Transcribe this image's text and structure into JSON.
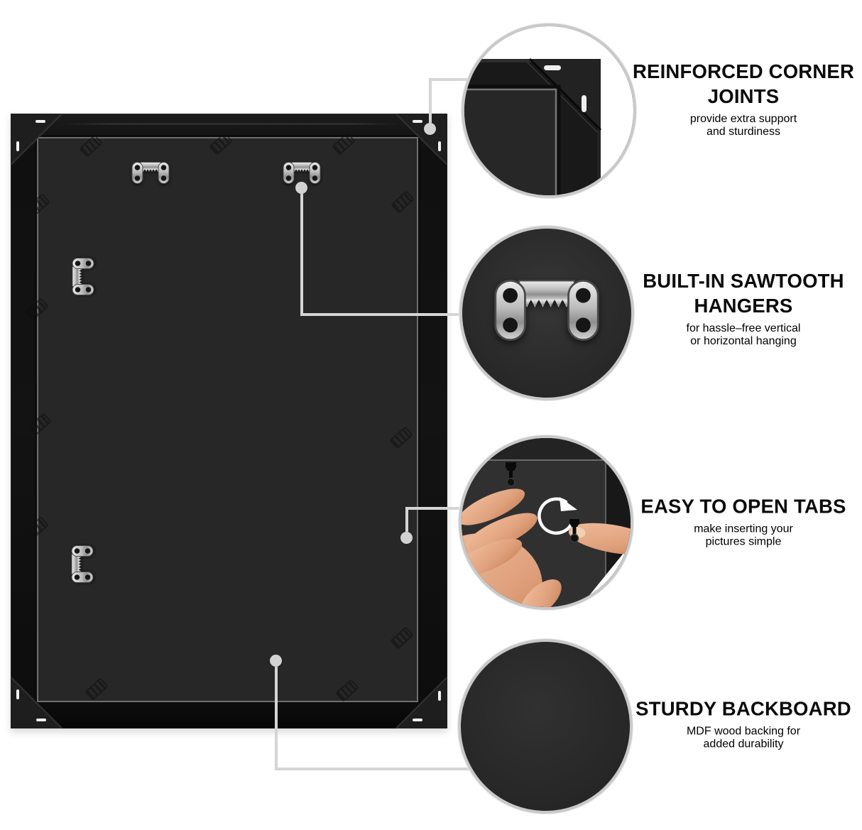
{
  "image_type": "product-feature-infographic",
  "subject": "back of a black picture frame with four feature callouts",
  "colors": {
    "background": "#ffffff",
    "frame_black": "#131313",
    "backboard_gray": "#272727",
    "connector_gray": "#d5d5d5",
    "circle_border": "#c9c9c9",
    "metal_silver": "#c9c9c9",
    "staple_white": "#f2f2f2",
    "skin_tone": "#e8a987",
    "title_text": "#0b0b0b",
    "desc_text": "#242424"
  },
  "callouts": [
    {
      "id": "corner-joints",
      "icon": "corner-joint-closeup",
      "title": "REINFORCED CORNER JOINTS",
      "title_lines": [
        "REINFORCED CORNER",
        "JOINTS"
      ],
      "description": "provide extra support and sturdiness",
      "desc_lines": [
        "provide extra support",
        "and sturdiness"
      ]
    },
    {
      "id": "sawtooth-hangers",
      "icon": "sawtooth-hanger-closeup",
      "title": "BUILT-IN SAWTOOTH HANGERS",
      "title_lines": [
        "BUILT-IN SAWTOOTH",
        "HANGERS"
      ],
      "description": "for hassle–free vertical or horizontal hanging",
      "desc_lines": [
        "for hassle–free vertical",
        "or horizontal hanging"
      ]
    },
    {
      "id": "open-tabs",
      "icon": "hand-opening-tab-closeup",
      "title": "EASY TO OPEN TABS",
      "title_lines": [
        "EASY TO OPEN TABS"
      ],
      "description": "make inserting your pictures simple",
      "desc_lines": [
        "make inserting your",
        "pictures simple"
      ]
    },
    {
      "id": "backboard",
      "icon": "mdf-backboard-closeup",
      "title": "STURDY BACKBOARD",
      "title_lines": [
        "STURDY BACKBOARD"
      ],
      "description": "MDF wood backing for added durability",
      "desc_lines": [
        "MDF wood backing for",
        "added durability"
      ]
    }
  ]
}
